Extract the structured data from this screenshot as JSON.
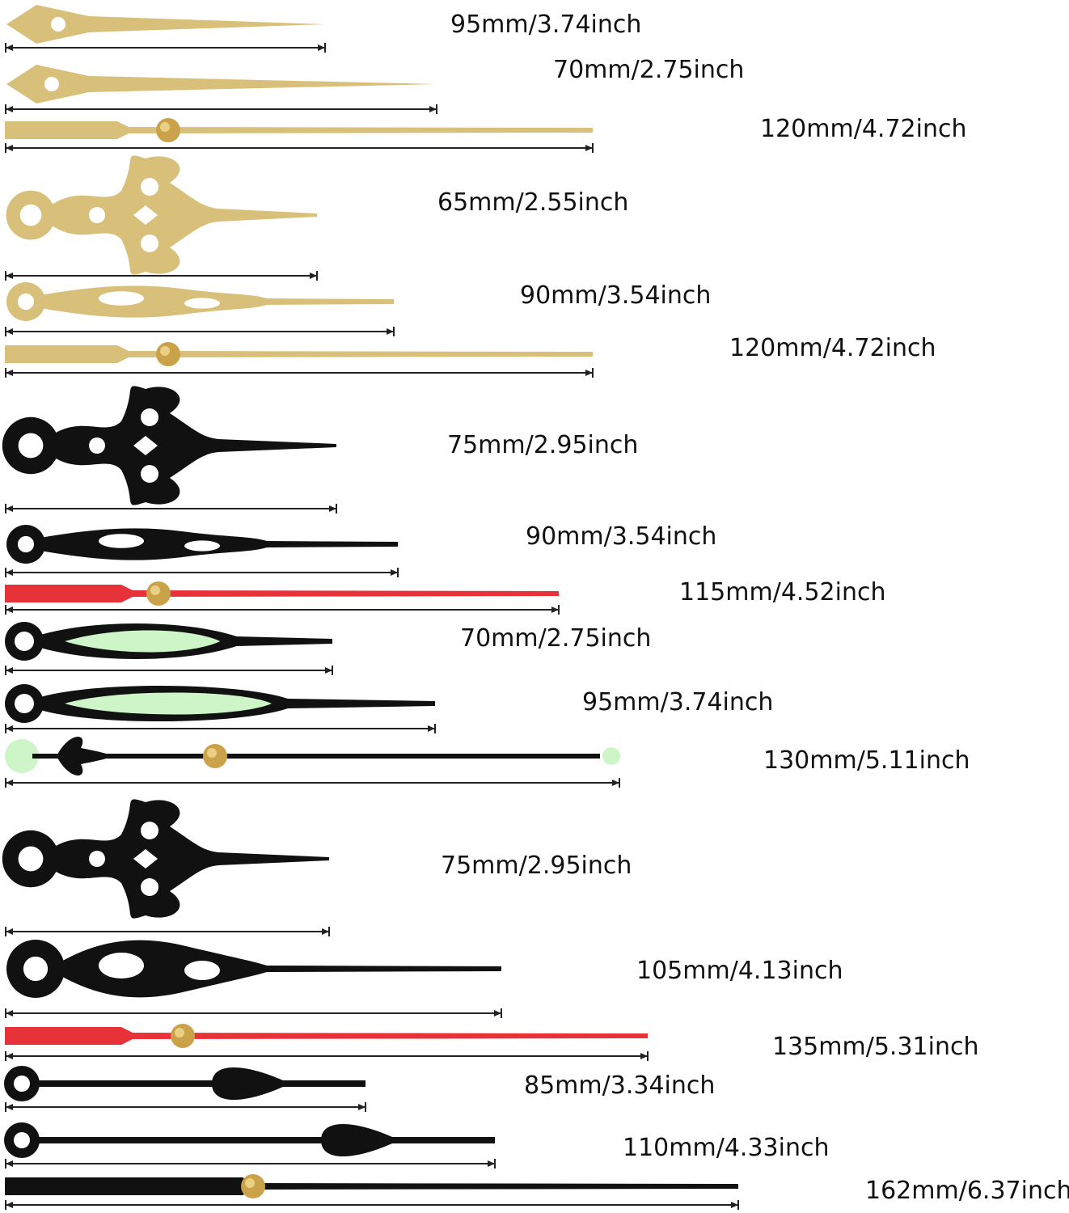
{
  "colors": {
    "gold": "#d9c07a",
    "gold_dark": "#b8a05c",
    "black": "#111111",
    "red": "#e8323a",
    "lume": "#cdf5c7",
    "pin": "#c9a24a",
    "dimension_line": "#222222"
  },
  "hands": [
    {
      "label": "95mm/3.74inch",
      "style": "gold-spade",
      "kind": "hour-minute"
    },
    {
      "label": "70mm/2.75inch",
      "style": "gold-spade",
      "kind": "hour-minute"
    },
    {
      "label": "120mm/4.72inch",
      "style": "gold-stick",
      "kind": "second"
    },
    {
      "label": "65mm/2.55inch",
      "style": "gold-ornate",
      "kind": "hour-minute"
    },
    {
      "label": "90mm/3.54inch",
      "style": "gold-ornate-thin",
      "kind": "hour-minute"
    },
    {
      "label": "120mm/4.72inch",
      "style": "gold-stick",
      "kind": "second"
    },
    {
      "label": "75mm/2.95inch",
      "style": "black-ornate",
      "kind": "hour-minute"
    },
    {
      "label": "90mm/3.54inch",
      "style": "black-ornate-thin",
      "kind": "hour-minute"
    },
    {
      "label": "115mm/4.52inch",
      "style": "red-stick",
      "kind": "second"
    },
    {
      "label": "70mm/2.75inch",
      "style": "black-lume",
      "kind": "hour-minute"
    },
    {
      "label": "95mm/3.74inch",
      "style": "black-lume",
      "kind": "hour-minute"
    },
    {
      "label": "130mm/5.11inch",
      "style": "black-lume-dot",
      "kind": "second"
    },
    {
      "label": "75mm/2.95inch",
      "style": "black-scroll",
      "kind": "hour-minute"
    },
    {
      "label": "105mm/4.13inch",
      "style": "black-scroll-thin",
      "kind": "hour-minute"
    },
    {
      "label": "135mm/5.31inch",
      "style": "red-stick",
      "kind": "second"
    },
    {
      "label": "85mm/3.34inch",
      "style": "black-teardrop",
      "kind": "hour-minute"
    },
    {
      "label": "110mm/4.33inch",
      "style": "black-teardrop",
      "kind": "hour-minute"
    },
    {
      "label": "162mm/6.37inch",
      "style": "black-stick",
      "kind": "second"
    }
  ]
}
